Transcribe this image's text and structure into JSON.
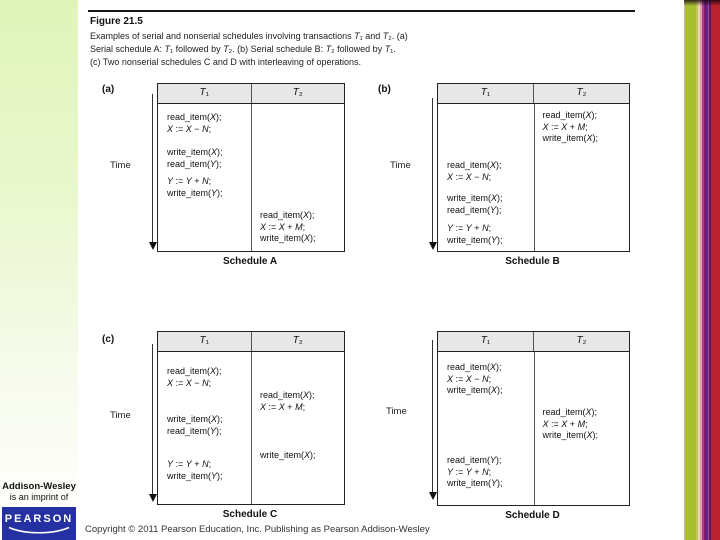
{
  "figure": {
    "label": "Figure 21.5",
    "caption_lines": [
      "Examples of serial and nonserial schedules involving transactions T₁ and T₂. (a)",
      "Serial schedule A: T₁ followed by T₂. (b) Serial schedule B: T₂ followed by T₁.",
      "(c) Two nonserial schedules C and D with interleaving of operations."
    ]
  },
  "panels": [
    {
      "marker": "(a)",
      "time_label": "Time",
      "headers": [
        "T₁",
        "T₂"
      ],
      "schedule_label": "Schedule A",
      "ops": [
        {
          "column": "T1",
          "lines": [
            "read_item(X);",
            "X := X − N;"
          ]
        },
        {
          "column": "T1",
          "lines": [
            "write_item(X);",
            "read_item(Y);"
          ]
        },
        {
          "column": "T1",
          "lines": [
            "Y := Y + N;",
            "write_item(Y);"
          ]
        },
        {
          "column": "T2",
          "lines": [
            "read_item(X);",
            "X := X + M;",
            "write_item(X);"
          ]
        }
      ]
    },
    {
      "marker": "(b)",
      "time_label": "Time",
      "headers": [
        "T₁",
        "T₂"
      ],
      "schedule_label": "Schedule B",
      "ops": [
        {
          "column": "T2",
          "lines": [
            "read_item(X);",
            "X := X + M;",
            "write_item(X);"
          ]
        },
        {
          "column": "T1",
          "lines": [
            "read_item(X);",
            "X := X − N;"
          ]
        },
        {
          "column": "T1",
          "lines": [
            "write_item(X);",
            "read_item(Y);"
          ]
        },
        {
          "column": "T1",
          "lines": [
            "Y := Y + N;",
            "write_item(Y);"
          ]
        }
      ]
    },
    {
      "marker": "(c)",
      "time_label": "Time",
      "headers": [
        "T₁",
        "T₂"
      ],
      "schedule_label": "Schedule C",
      "ops": [
        {
          "column": "T1",
          "lines": [
            "read_item(X);",
            "X := X − N;"
          ]
        },
        {
          "column": "T2",
          "lines": [
            "read_item(X);",
            "X := X + M;"
          ]
        },
        {
          "column": "T1",
          "lines": [
            "write_item(X);",
            "read_item(Y);"
          ]
        },
        {
          "column": "T2",
          "lines": [
            "write_item(X);"
          ]
        },
        {
          "column": "T1",
          "lines": [
            "Y := Y + N;",
            "write_item(Y);"
          ]
        }
      ]
    },
    {
      "marker": "",
      "time_label": "Time",
      "headers": [
        "T₁",
        "T₂"
      ],
      "schedule_label": "Schedule D",
      "ops": [
        {
          "column": "T1",
          "lines": [
            "read_item(X);",
            "X := X − N;",
            "write_item(X);"
          ]
        },
        {
          "column": "T2",
          "lines": [
            "read_item(X);",
            "X := X + M;",
            "write_item(X);"
          ]
        },
        {
          "column": "T1",
          "lines": [
            "read_item(Y);",
            "Y := Y + N;",
            "write_item(Y);"
          ]
        }
      ]
    }
  ],
  "footer": {
    "copyright": "Copyright © 2011 Pearson Education, Inc. Publishing as Pearson Addison-Wesley"
  },
  "branding": {
    "imprint_name": "Addison-Wesley",
    "imprint_tagline": "is an imprint of",
    "logo_text": "PEARSON"
  },
  "colors": {
    "pearson_blue": "#2531a2",
    "sidebar_green": "#e0f4ba",
    "table_header_gray": "#e7e7e7",
    "stripe_green": "#a9bf32",
    "stripe_purple": "#701f7d",
    "stripe_red": "#ba232d"
  }
}
